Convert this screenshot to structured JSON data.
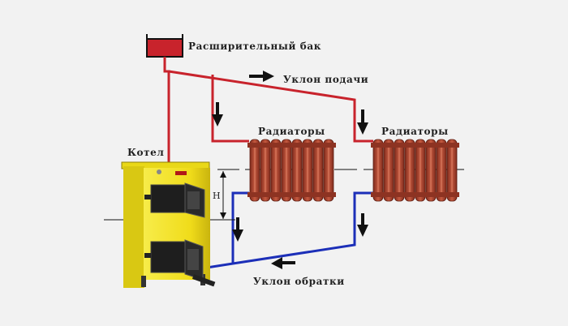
{
  "labels": {
    "tank": "Расширительный бак",
    "supply_slope": "Уклон подачи",
    "radiators_left": "Радиаторы",
    "radiators_right": "Радиаторы",
    "boiler": "Котел",
    "height_mark": "H",
    "return_slope": "Уклон обратки"
  },
  "colors": {
    "supply_pipe": "#c8232c",
    "return_pipe": "#1c2fb8",
    "radiator": "#b5412d",
    "boiler_body": "#f2e22a",
    "boiler_door": "#222222",
    "background": "#f2f2f2"
  }
}
